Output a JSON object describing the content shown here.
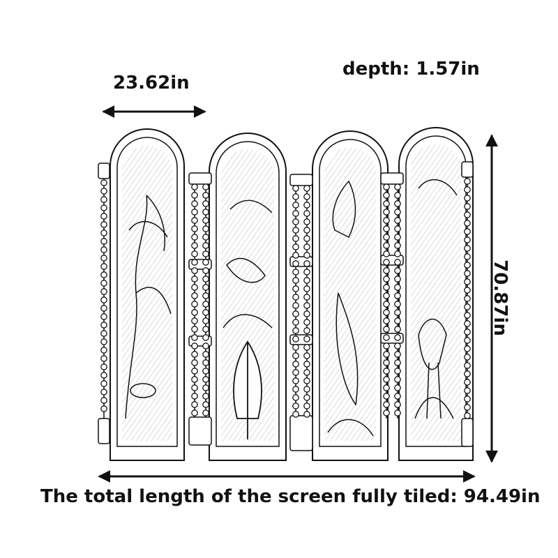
{
  "dimensions": {
    "panel_width": "23.62in",
    "depth": "depth: 1.57in",
    "height": "70.87in",
    "total_length": "The total length of the screen fully tiled: 94.49in"
  },
  "product": {
    "panel_count": 4,
    "style": "four-panel arched folding room divider with botanical and heron line-art illustration",
    "line_color": "#111111",
    "background_color": "#ffffff"
  }
}
